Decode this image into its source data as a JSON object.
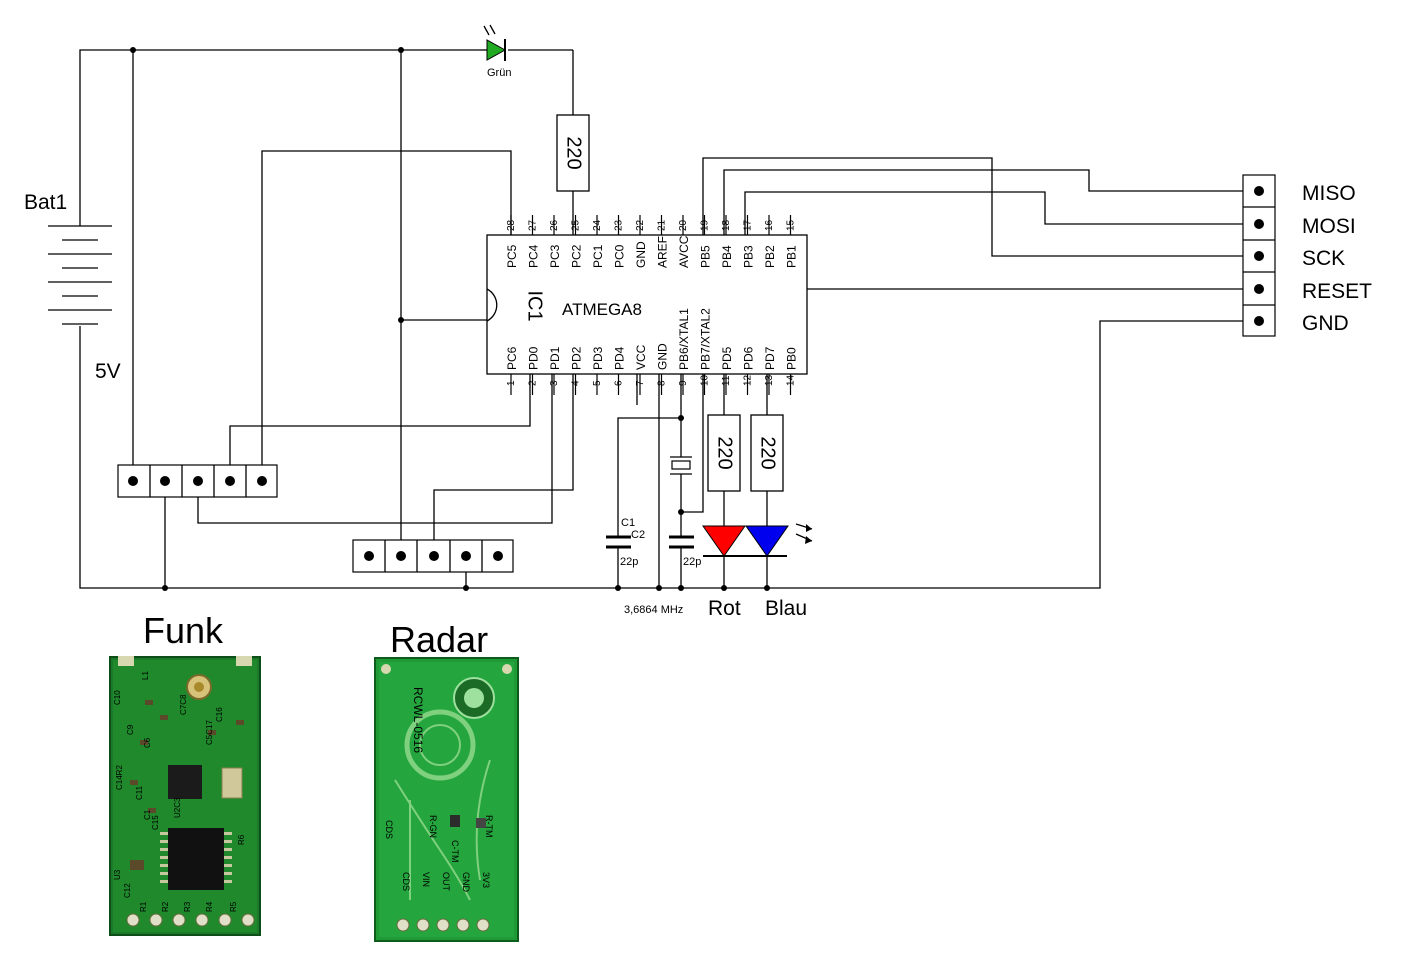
{
  "battery": {
    "name": "Bat1",
    "voltage": "5V"
  },
  "leds": {
    "green": "Grün",
    "red": "Rot",
    "blue": "Blau"
  },
  "resistors": {
    "r1": "220",
    "r2": "220",
    "r3": "220"
  },
  "capacitors": {
    "c1": "C1",
    "c2": "C2",
    "v1": "22p",
    "v2": "22p"
  },
  "crystal": {
    "freq": "3,6864 MHz"
  },
  "ic": {
    "ref": "IC1",
    "name": "ATMEGA8",
    "top_pins": [
      {
        "num": "28",
        "name": "PC5"
      },
      {
        "num": "27",
        "name": "PC4"
      },
      {
        "num": "26",
        "name": "PC3"
      },
      {
        "num": "25",
        "name": "PC2"
      },
      {
        "num": "24",
        "name": "PC1"
      },
      {
        "num": "23",
        "name": "PC0"
      },
      {
        "num": "22",
        "name": "GND"
      },
      {
        "num": "21",
        "name": "AREF"
      },
      {
        "num": "20",
        "name": "AVCC"
      },
      {
        "num": "19",
        "name": "PB5"
      },
      {
        "num": "18",
        "name": "PB4"
      },
      {
        "num": "17",
        "name": "PB3"
      },
      {
        "num": "16",
        "name": "PB2"
      },
      {
        "num": "15",
        "name": "PB1"
      }
    ],
    "bottom_pins": [
      {
        "num": "1",
        "name": "PC6"
      },
      {
        "num": "2",
        "name": "PD0"
      },
      {
        "num": "3",
        "name": "PD1"
      },
      {
        "num": "4",
        "name": "PD2"
      },
      {
        "num": "5",
        "name": "PD3"
      },
      {
        "num": "6",
        "name": "PD4"
      },
      {
        "num": "7",
        "name": "VCC"
      },
      {
        "num": "8",
        "name": "GND"
      },
      {
        "num": "9",
        "name": "PB6/XTAL1"
      },
      {
        "num": "10",
        "name": "PB7/XTAL2"
      },
      {
        "num": "11",
        "name": "PD5"
      },
      {
        "num": "12",
        "name": "PD6"
      },
      {
        "num": "13",
        "name": "PD7"
      },
      {
        "num": "14",
        "name": "PB0"
      }
    ]
  },
  "isp": [
    "MISO",
    "MOSI",
    "SCK",
    "RESET",
    "GND"
  ],
  "modules": {
    "funk": "Funk",
    "radar": "Radar"
  },
  "pcb_text": {
    "funk_parts": [
      "C10",
      "L1",
      "C7C8",
      "C16",
      "C9",
      "C6",
      "C5C17",
      "C14R2",
      "C11",
      "U2C3",
      "C1",
      "C15",
      "R6",
      "U3",
      "C12",
      "R1",
      "R2",
      "R3",
      "R4",
      "R5"
    ],
    "radar_model": "RCWL-0516",
    "radar_pins": [
      "CDS",
      "VIN",
      "OUT",
      "GND",
      "3V3"
    ],
    "radar_parts": [
      "CDS",
      "R-GN",
      "C-TM",
      "R-TM"
    ]
  },
  "colors": {
    "led_green": "#22aa22",
    "led_red": "#ff0000",
    "led_blue": "#0000ee",
    "pcb": "#1a7a2a"
  }
}
